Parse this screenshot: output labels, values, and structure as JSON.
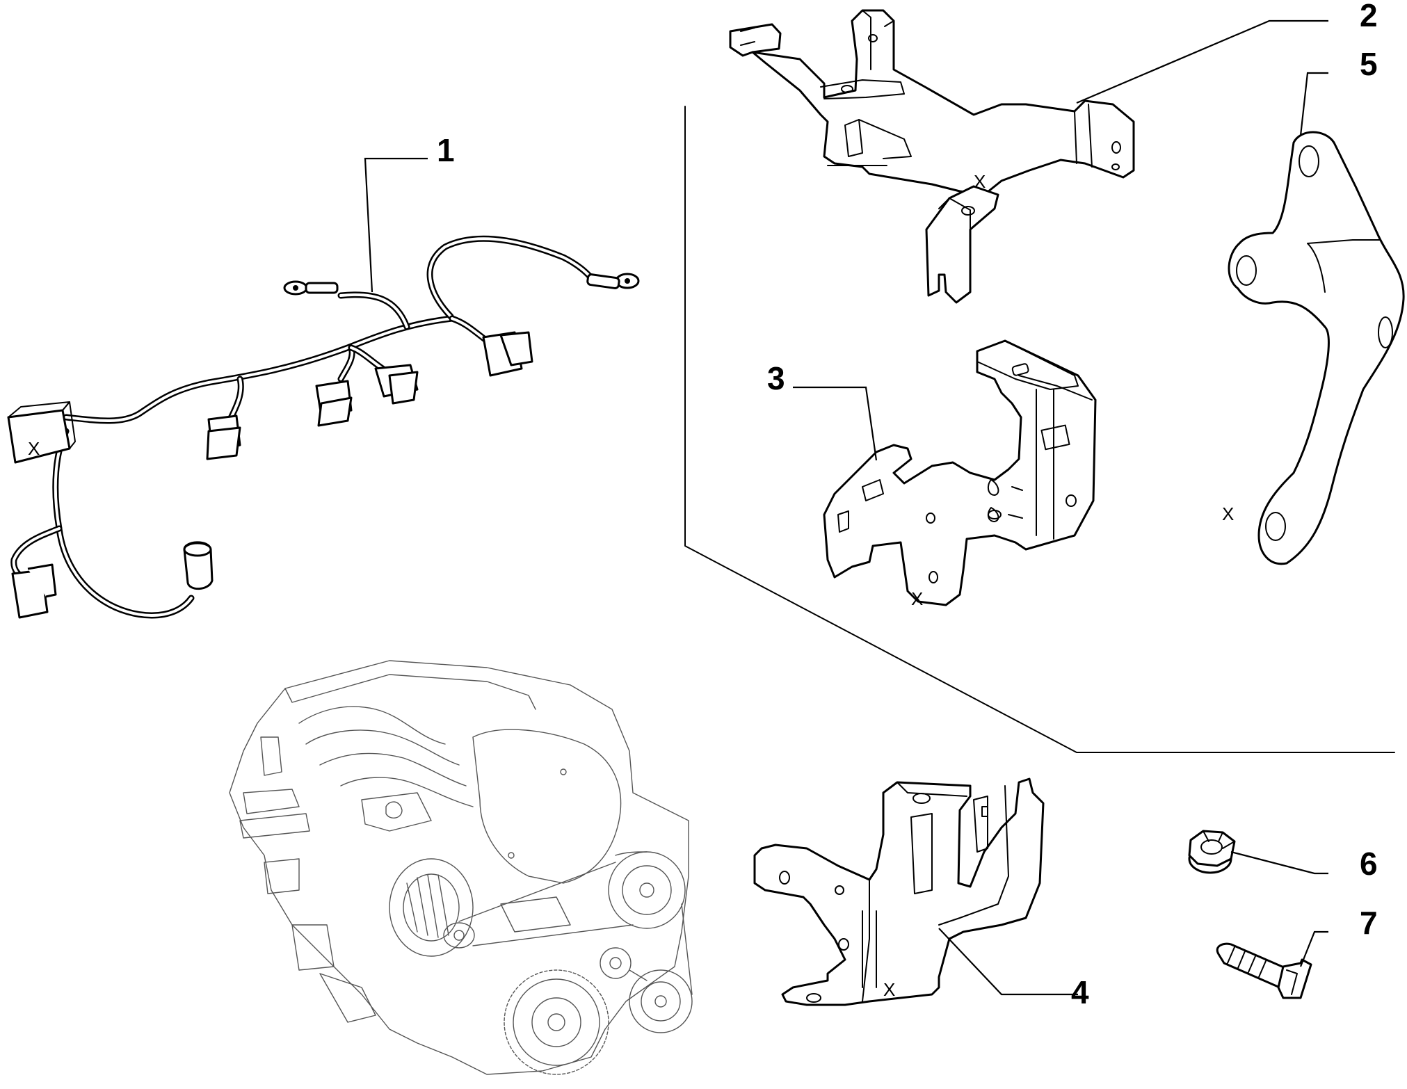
{
  "callouts": {
    "c1": "1",
    "c2": "2",
    "c3": "3",
    "c4": "4",
    "c5": "5",
    "c6": "6",
    "c7": "7"
  },
  "markers": {
    "m1": "X",
    "m2": "X",
    "m3": "X",
    "m4": "X",
    "m5": "X"
  },
  "colors": {
    "line": "#000000",
    "background": "#ffffff",
    "engine_line": "#555555"
  }
}
